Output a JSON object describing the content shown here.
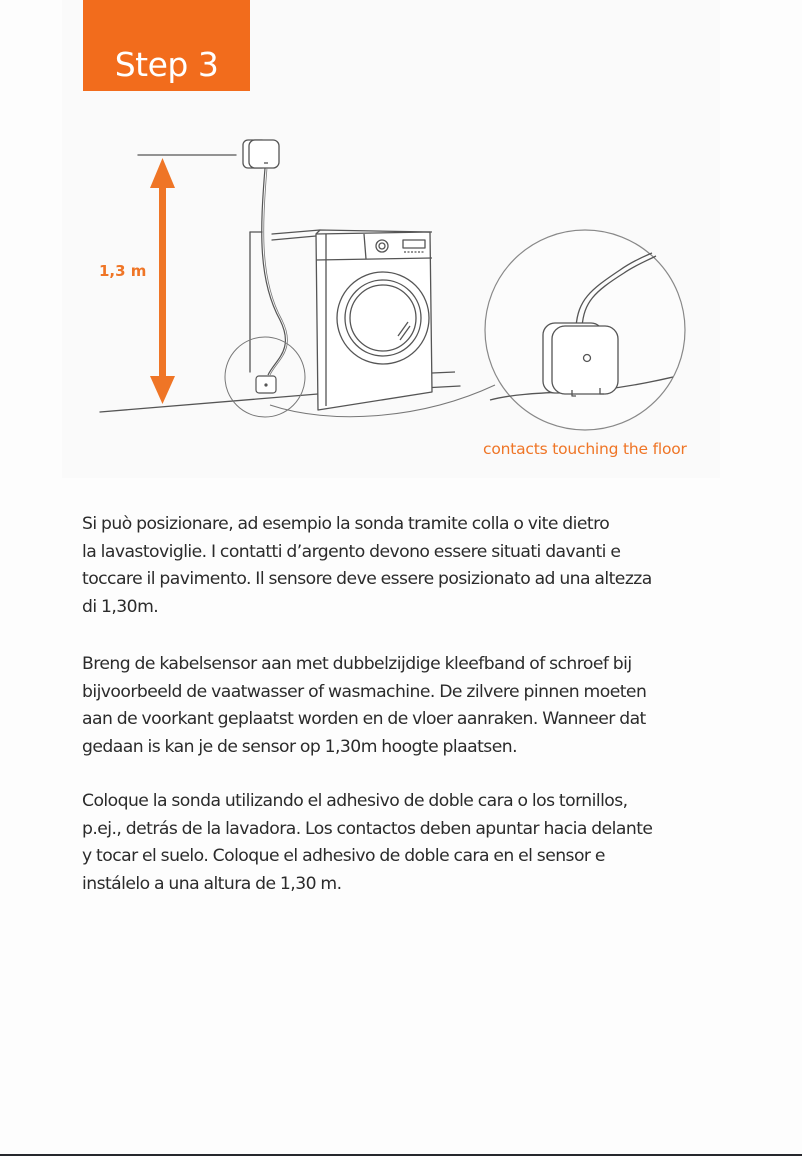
{
  "header": {
    "step_label": "Step 3"
  },
  "illustration": {
    "height_label": "1,3 m",
    "caption": "contacts touching the floor",
    "icons": [
      "height-arrow-icon",
      "wall-sensor-icon",
      "washing-machine-icon",
      "floor-sensor-icon",
      "magnifier-circle-icon"
    ]
  },
  "colors": {
    "accent": "#f26c1c",
    "accent_text": "#ef7526",
    "body_text": "#2b2b2b",
    "line_art": "#555555"
  },
  "instructions": {
    "italian": {
      "lines": [
        "Si può posizionare, ad esempio la sonda tramite colla o vite dietro",
        "la lavastoviglie. I contatti d’argento devono essere situati davanti e",
        "toccare il pavimento. Il sensore deve essere posizionato ad una altezza",
        "di 1,30m."
      ]
    },
    "dutch": {
      "lines": [
        "Breng de kabelsensor aan met dubbelzijdige kleefband of schroef bij",
        "bijvoorbeeld de vaatwasser of wasmachine. De zilvere pinnen moeten",
        "aan de voorkant geplaatst worden en de vloer aanraken. Wanneer dat",
        "gedaan is kan je de sensor op 1,30m hoogte plaatsen."
      ]
    },
    "spanish": {
      "lines": [
        "Coloque la sonda utilizando el adhesivo de doble cara o los tornillos,",
        "p.ej., detrás de la lavadora. Los contactos deben apuntar hacia delante",
        "y tocar el suelo. Coloque el adhesivo de doble cara en el sensor e",
        "instálelo a una altura de 1,30 m."
      ]
    }
  }
}
